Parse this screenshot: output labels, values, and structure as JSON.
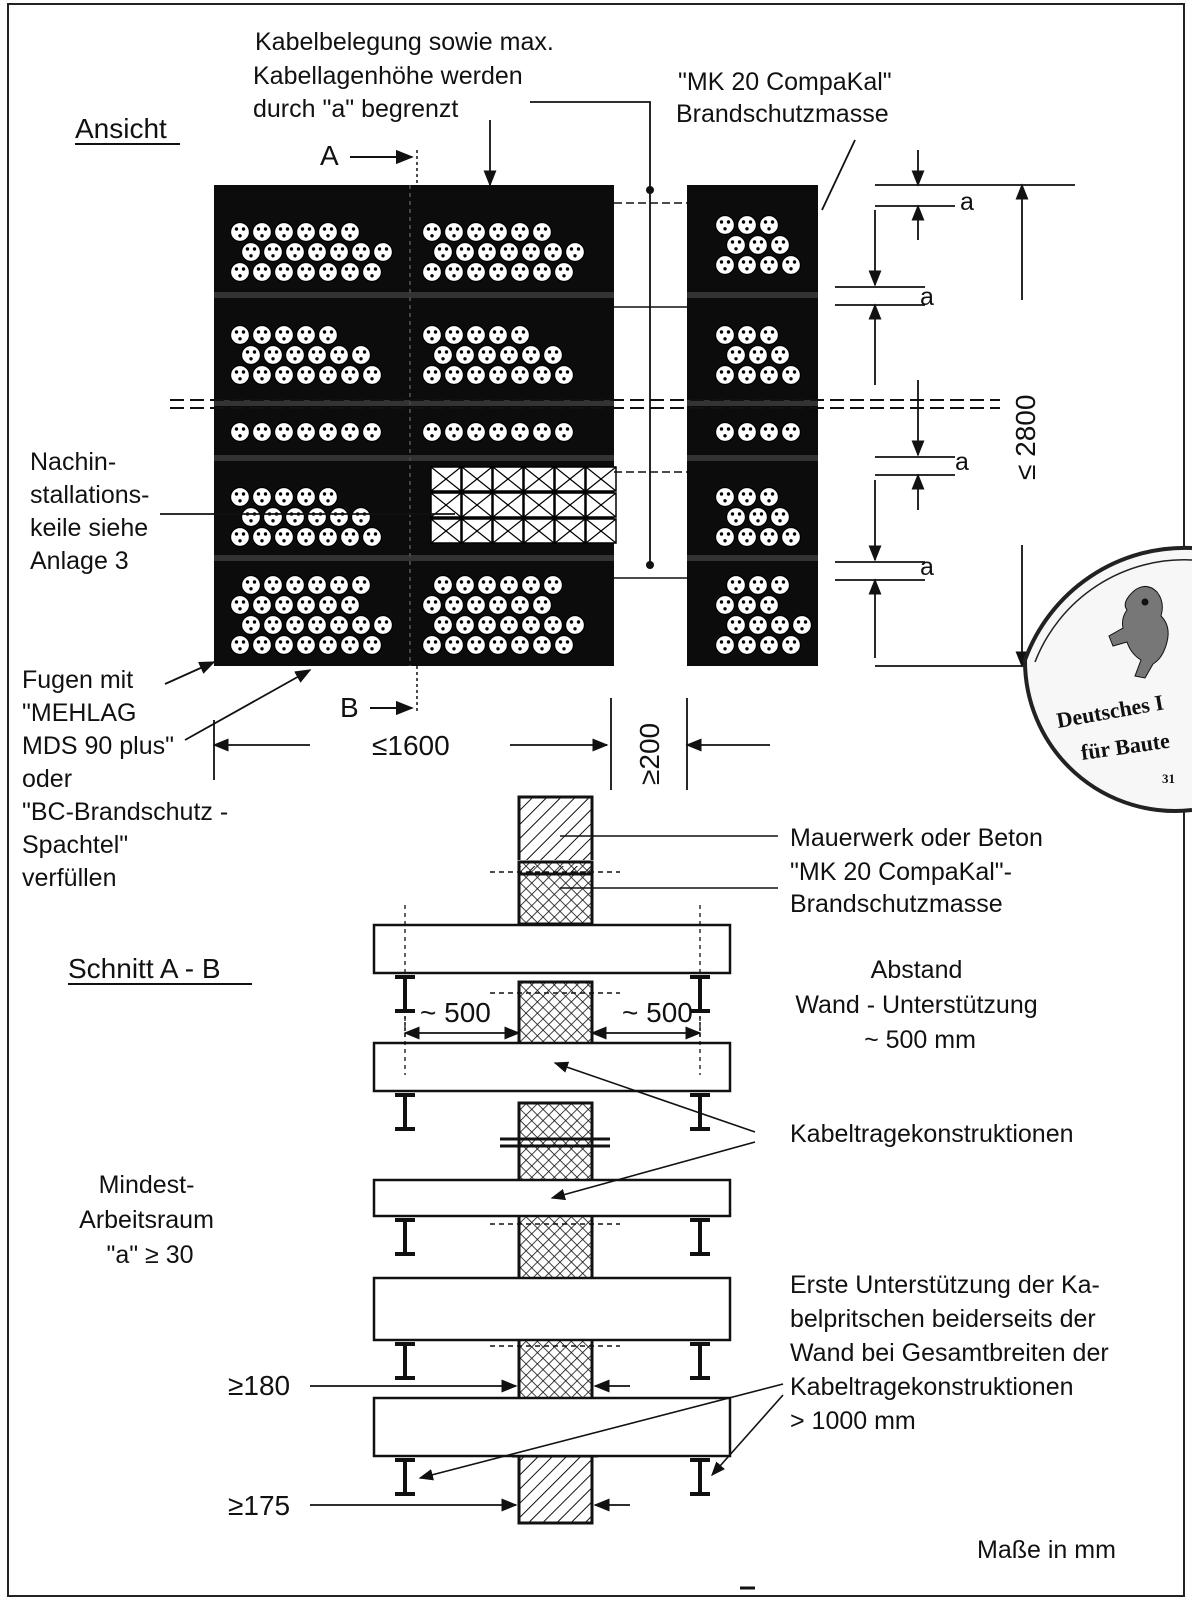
{
  "ansicht": {
    "heading": "Ansicht",
    "note_top": [
      "Kabelbelegung sowie max.",
      "Kabellagenhöhe werden",
      "durch \"a\" begrenzt"
    ],
    "compound_top": [
      "\"MK 20 CompaKal\"",
      "Brandschutzmasse"
    ],
    "section_a": "A",
    "section_b": "B",
    "wedges": [
      "Nachin-",
      "stallations-",
      "keile siehe",
      "Anlage 3"
    ],
    "joints": [
      "Fugen mit",
      "\"MEHLAG",
      "MDS 90 plus\"",
      "oder",
      "\"BC-Brandschutz -",
      "Spachtel\"",
      "verfüllen"
    ],
    "dim_width": "≤1600",
    "dim_min": "≥200",
    "dim_height": "≤ 2800",
    "dim_a": "a"
  },
  "schnitt": {
    "heading": "Schnitt A - B",
    "masonry": "Mauerwerk oder Beton",
    "compound": [
      "\"MK 20 CompaKal\"-",
      "Brandschutzmasse"
    ],
    "distance_label": [
      "Abstand",
      "Wand - Unterstützung",
      "~ 500 mm"
    ],
    "dist_left": "~ 500",
    "dist_right": "~ 500",
    "trays": "Kabeltragekonstruktionen",
    "workspace": [
      "Mindest-",
      "Arbeitsraum",
      "\"a\" ≥ 30"
    ],
    "support_note": [
      "Erste Unterstützung der Ka-",
      "belpritschen beiderseits der",
      "Wand bei Gesamtbreiten der",
      "Kabeltragekonstruktionen",
      "> 1000 mm"
    ],
    "wall_180": "≥180",
    "wall_175": "≥175",
    "units": "Maße in mm"
  },
  "stamp": {
    "line1": "Deutsches I",
    "line2": "für Baute",
    "number": "31"
  }
}
